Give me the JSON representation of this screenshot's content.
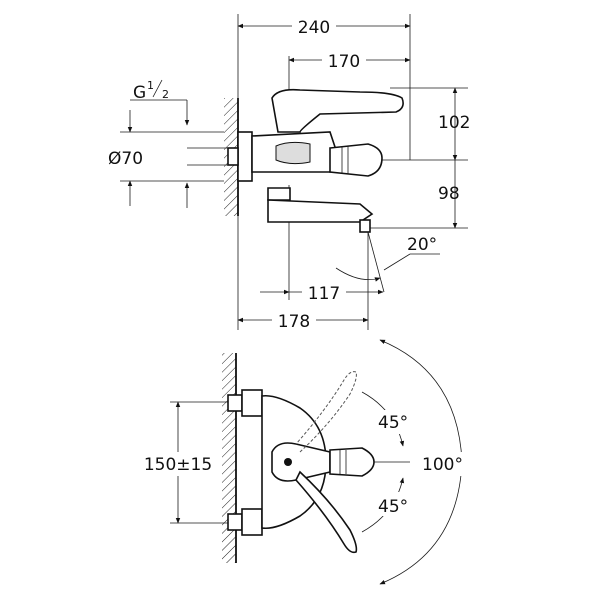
{
  "side_view": {
    "overall_width": "240",
    "lever_reach": "170",
    "thread_label": "G",
    "thread_sup": "1",
    "thread_sub": "2",
    "flange_diameter": "Ø70",
    "lever_height": "102",
    "spout_height": "98",
    "spout_angle": "20°",
    "spout_reach": "117",
    "body_depth": "178"
  },
  "top_view": {
    "center_distance": "150±15",
    "angle_upper": "45°",
    "angle_lower": "45°",
    "angle_total": "100°"
  }
}
